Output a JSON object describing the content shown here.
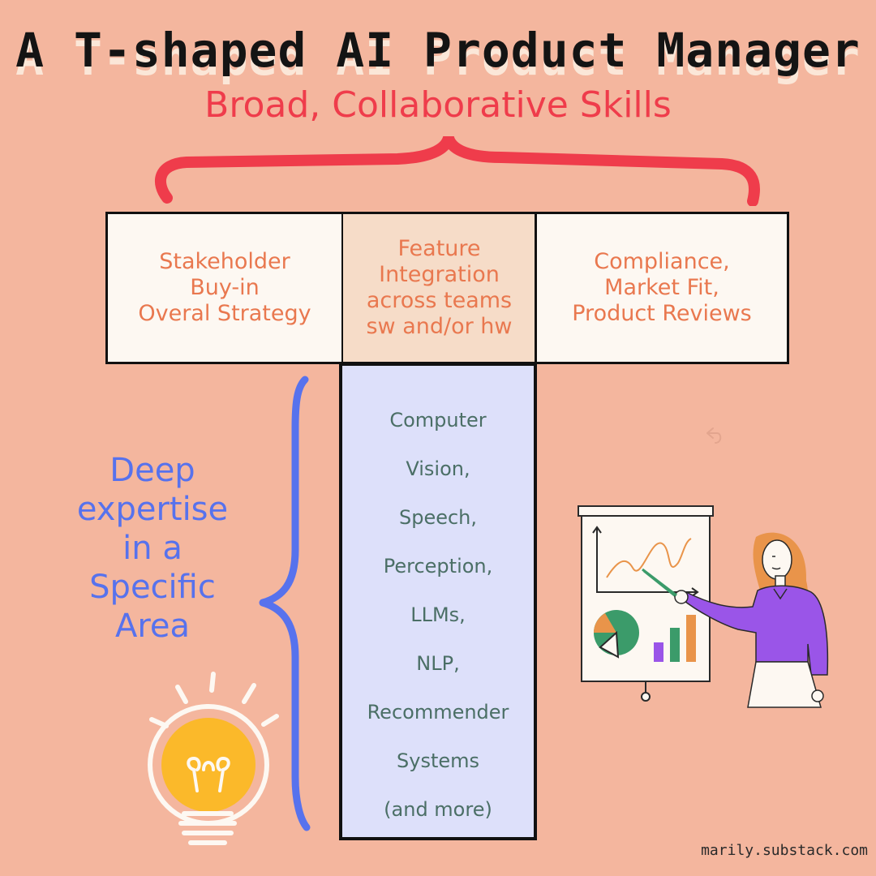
{
  "title": "A T-shaped AI Product Manager",
  "subtitle": "Broad, Collaborative Skills",
  "broad_skills": [
    "Stakeholder\nBuy-in\nOveral Strategy",
    "Feature\nIntegration\nacross teams\nsw and/or hw",
    "Compliance,\nMarket Fit,\nProduct Reviews"
  ],
  "deep_label": "Deep\nexpertise\nin a\nSpecific\nArea",
  "deep_skills": [
    "Computer",
    "Vision,",
    "Speech,",
    "Perception,",
    "LLMs,",
    "NLP,",
    "Recommender",
    "Systems",
    "(and more)"
  ],
  "credit": "marily.substack.com",
  "colors": {
    "background": "#f4b69e",
    "title": "#141414",
    "subtitle": "#ef3c4b",
    "broad_text": "#e9784f",
    "deep_label": "#5772ed",
    "stem_fill": "#dde0fa",
    "stem_text": "#4b6f66"
  },
  "icons": [
    "red-curly-brace-icon",
    "blue-curly-brace-icon",
    "undo-arrow-icon",
    "lightbulb-icon",
    "presenter-illustration-icon"
  ]
}
